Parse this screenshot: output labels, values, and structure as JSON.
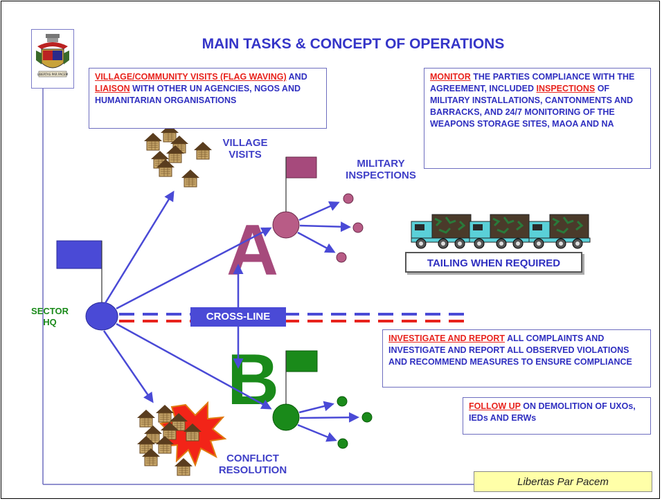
{
  "title": "MAIN TASKS   & CONCEPT OF OPERATIONS",
  "crest": {
    "motto_ribbon": "LIBERTAS PAR PACEM"
  },
  "boxes": {
    "village": {
      "highlight1": "VILLAGE/COMMUNITY VISITS (FLAG WAVING)",
      "text1": " AND ",
      "highlight2": "LIAISON",
      "text2": " WITH OTHER UN AGENCIES, NGOS AND HUMANITARIAN ORGANISATIONS"
    },
    "monitor": {
      "highlight1": "MONITOR",
      "text1": " THE PARTIES COMPLIANCE WITH THE AGREEMENT, INCLUDED ",
      "highlight2": "INSPECTIONS",
      "text2": " OF MILITARY INSTALLATIONS, CANTONMENTS AND BARRACKS, AND 24/7 MONITORING OF THE WEAPONS STORAGE SITES, MAOA AND NA"
    },
    "investigate": {
      "highlight1": "INVESTIGATE AND REPORT",
      "text1": " ALL COMPLAINTS AND INVESTIGATE AND REPORT ALL OBSERVED VIOLATIONS AND RECOMMEND MEASURES TO ENSURE COMPLIANCE"
    },
    "follow": {
      "highlight1": "FOLLOW UP",
      "text1": " ON DEMOLITION OF UXOs, IEDs AND ERWs"
    }
  },
  "labels": {
    "village_visits": "VILLAGE VISITS",
    "military_inspections": "MILITARY INSPECTIONS",
    "sector_hq": "SECTOR HQ",
    "cross_line": "CROSS-LINE",
    "tailing": "TAILING WHEN REQUIRED",
    "conflict_resolution": "CONFLICT RESOLUTION",
    "letter_a": "A",
    "letter_b": "B",
    "motto": "Libertas Par Pacem"
  },
  "colors": {
    "blue": "#4a4ad6",
    "purple": "#a64a7c",
    "green": "#1a8a1a",
    "red": "#e8231d",
    "mauve": "#b85c86"
  }
}
